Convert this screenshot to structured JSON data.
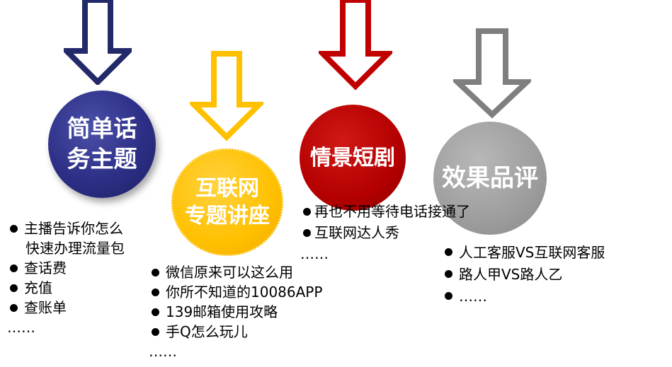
{
  "colors": {
    "navy": "#2d2f86",
    "yellow": "#ffc000",
    "red": "#b40000",
    "gray": "#9d9d9d"
  },
  "columns": [
    {
      "title_lines": [
        "简单话",
        "务主题"
      ],
      "items": [
        [
          "主播告诉你怎么",
          "快速办理流量包"
        ],
        [
          "查话费"
        ],
        [
          "充值"
        ],
        [
          "查账单"
        ]
      ],
      "ellipsis": "……"
    },
    {
      "title_lines": [
        "互联网",
        "专题讲座"
      ],
      "items": [
        [
          "微信原来可以这么用"
        ],
        [
          "你所不知道的10086APP"
        ],
        [
          "139邮箱使用攻略"
        ],
        [
          "手Q怎么玩儿"
        ]
      ],
      "ellipsis": "……"
    },
    {
      "title_lines": [
        "情景短剧"
      ],
      "items": [
        [
          "再也不用等待电话接通了"
        ],
        [
          "互联网达人秀"
        ]
      ],
      "ellipsis": "……"
    },
    {
      "title_lines": [
        "效果品评"
      ],
      "items": [
        [
          "人工客服VS互联网客服"
        ],
        [
          "路人甲VS路人乙"
        ],
        [
          "……"
        ]
      ]
    }
  ]
}
